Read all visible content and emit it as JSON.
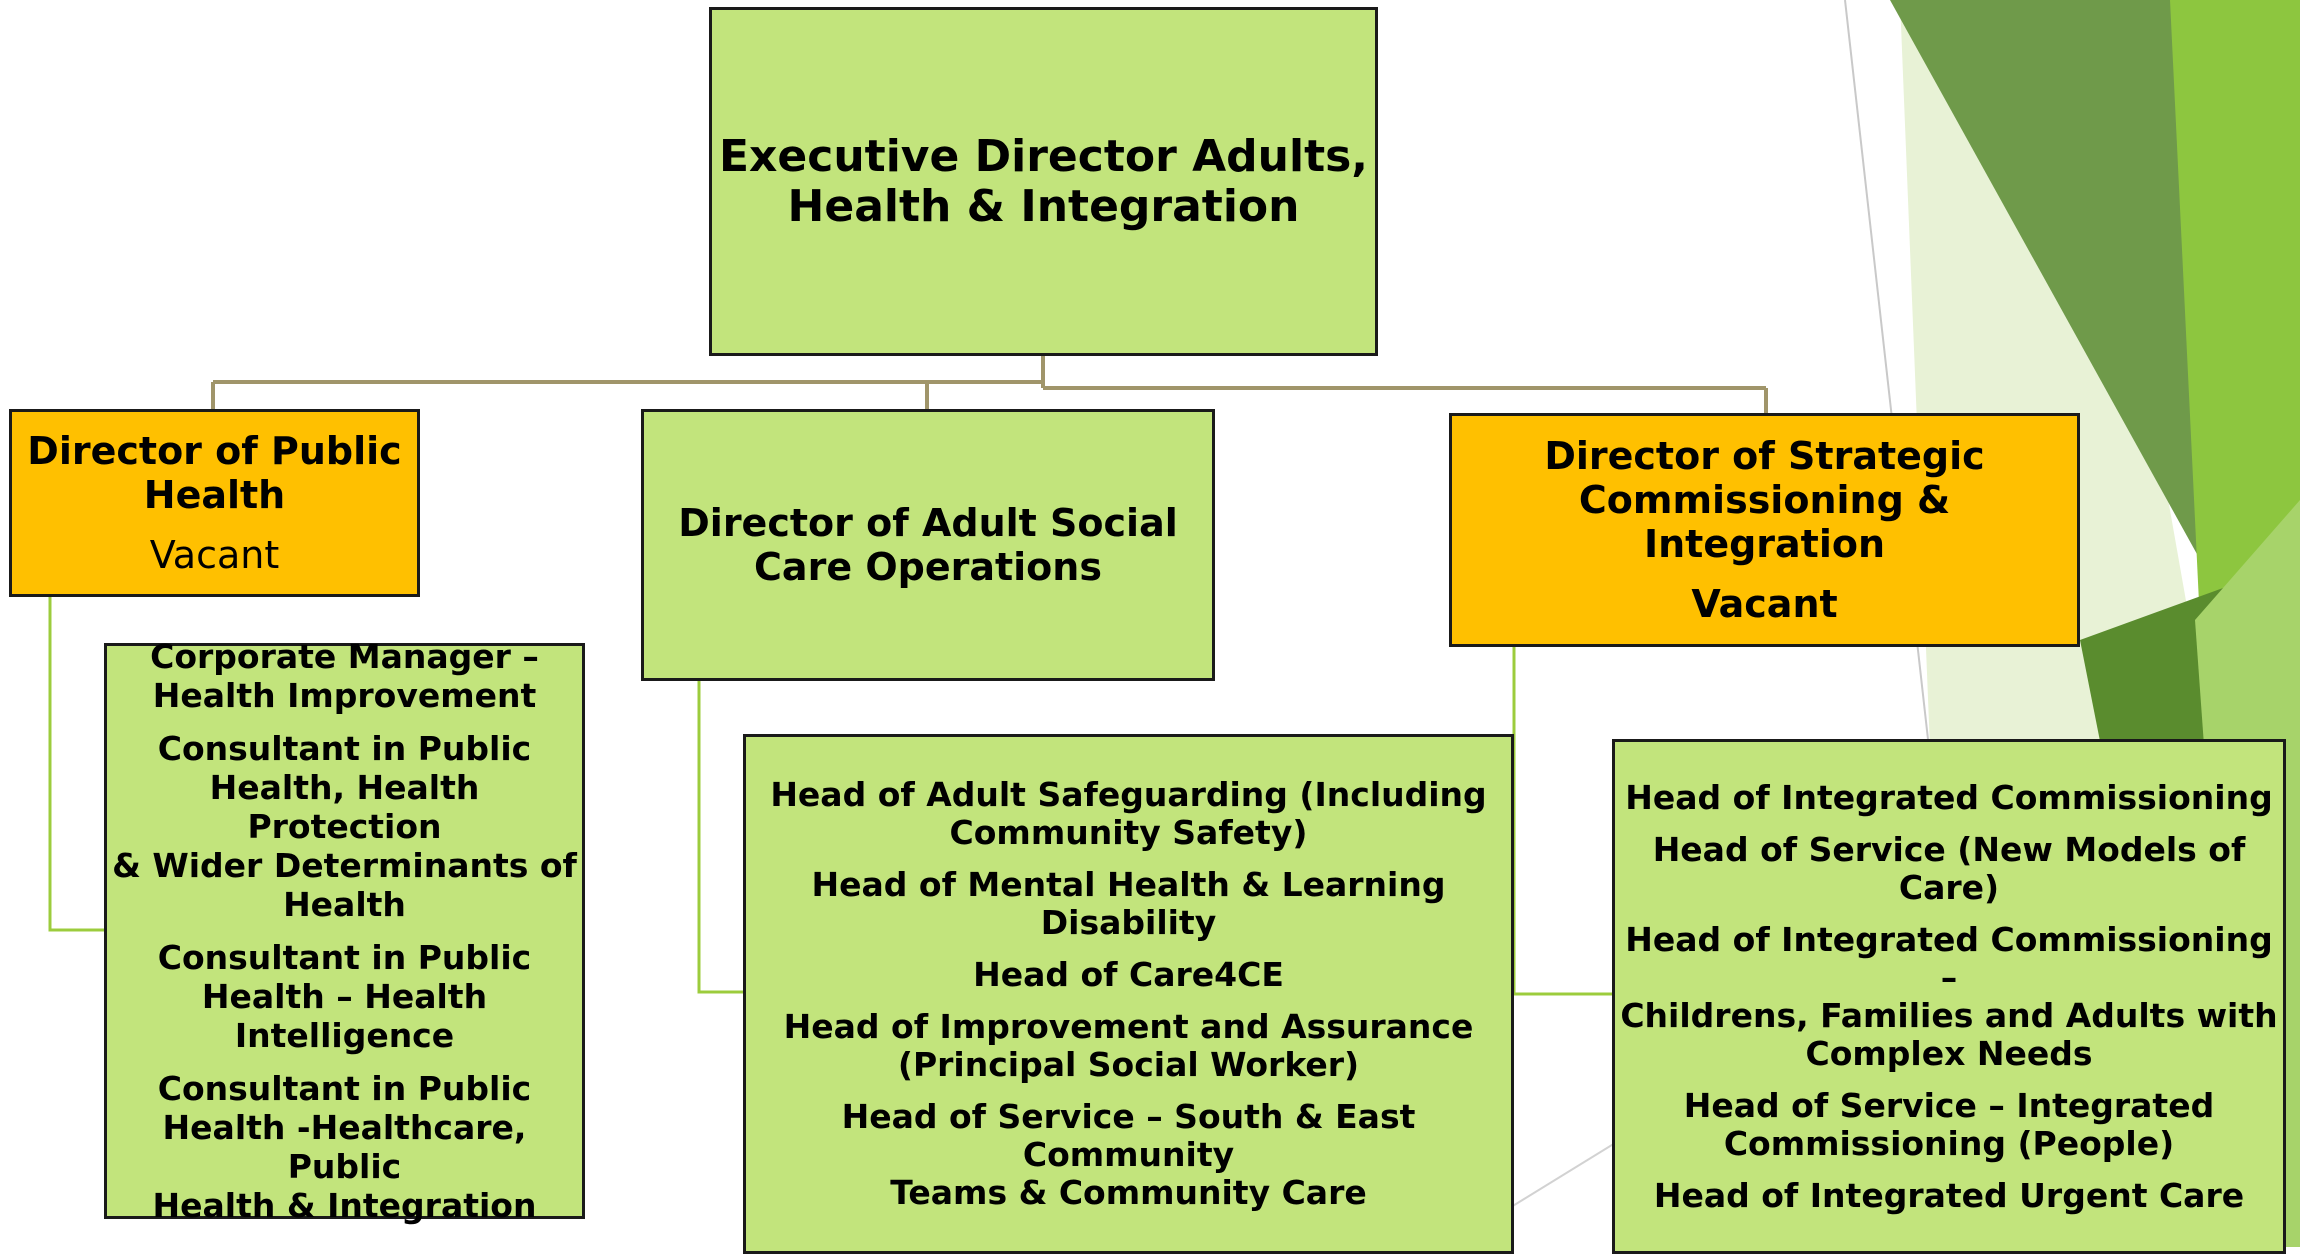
{
  "executive": {
    "title_line1": "Executive Director Adults,",
    "title_line2": "Health & Integration"
  },
  "public_health": {
    "title_line1": "Director of Public",
    "title_line2": "Health",
    "status": "Vacant",
    "reports": [
      [
        "Corporate Manager –",
        "Health Improvement"
      ],
      [
        "Consultant in Public",
        "Health, Health Protection",
        "& Wider Determinants of",
        "Health"
      ],
      [
        "Consultant in Public",
        "Health – Health",
        "Intelligence"
      ],
      [
        "Consultant in Public",
        "Health -Healthcare, Public",
        "Health & Integration"
      ]
    ]
  },
  "adult_social_care": {
    "title_line1": "Director of Adult Social",
    "title_line2": "Care Operations",
    "reports": [
      [
        "Head of Adult Safeguarding (Including",
        "Community Safety)"
      ],
      [
        "Head of Mental Health & Learning Disability"
      ],
      [
        "Head of Care4CE"
      ],
      [
        "Head of Improvement and Assurance",
        "(Principal Social Worker)"
      ],
      [
        "Head of Service – South & East Community",
        "Teams & Community Care"
      ]
    ]
  },
  "strategic_commissioning": {
    "title_line1": "Director of Strategic",
    "title_line2": "Commissioning & Integration",
    "status": "Vacant",
    "reports": [
      [
        "Head of Integrated Commissioning"
      ],
      [
        "Head of Service (New Models of Care)"
      ],
      [
        "Head of Integrated Commissioning –",
        "Childrens, Families and Adults with",
        "Complex Needs"
      ],
      [
        "Head of Service – Integrated",
        "Commissioning (People)"
      ],
      [
        "Head of Integrated Urgent Care"
      ]
    ]
  },
  "colors": {
    "box_green": "#c2e47c",
    "box_gold": "#ffc000",
    "connector_tan": "#a0956a",
    "connector_green": "#9ccc3c",
    "deco_green_dark": "#5a8c2e",
    "deco_green_mid": "#6f9a4a",
    "deco_green_light": "#8dc63f"
  }
}
